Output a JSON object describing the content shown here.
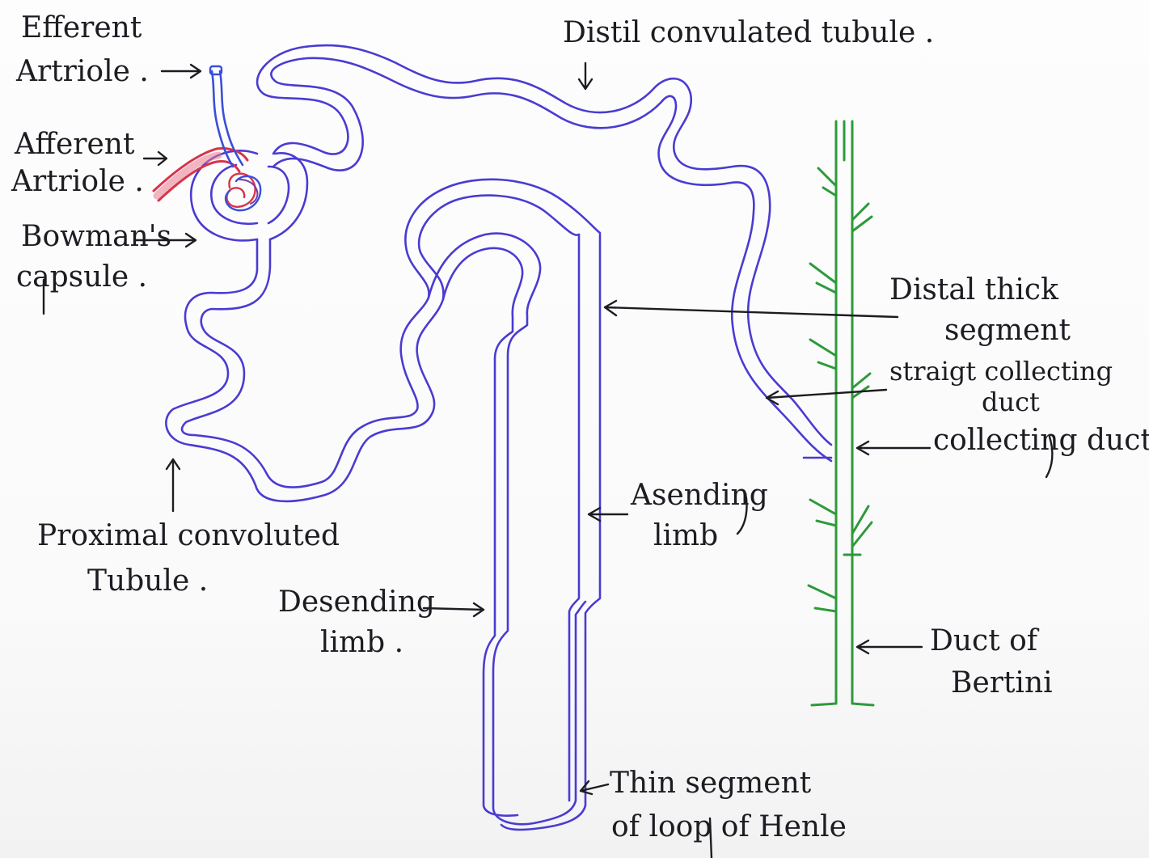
{
  "labels": {
    "efferent_1": "Efferent",
    "efferent_2": "Artriole .",
    "afferent_1": "Afferent",
    "afferent_2": "Artriole .",
    "bowmans_1": "Bowman's",
    "bowmans_2": "capsule .",
    "pct_1": "Proximal convoluted",
    "pct_2": "Tubule .",
    "dct": "Distil convulated tubule .",
    "distal_thick_1": "Distal thick",
    "distal_thick_2": "segment",
    "straight_cd_1": "straigt collecting",
    "straight_cd_2": "duct",
    "collecting_duct": "collecting duct",
    "ascending_1": "Asending",
    "ascending_2": "limb",
    "descending_1": "Desending",
    "descending_2": "limb .",
    "thin_1": "Thin segment",
    "thin_2": "of loop of Henle",
    "bertini_1": "Duct of",
    "bertini_2": "Bertini"
  },
  "colors": {
    "tubule": "#4a3bd2",
    "collecting_duct": "#2d9a3a",
    "afferent_arteriole": "#d8334a",
    "efferent_arteriole": "#3a4fd8",
    "ink": "#1c1c22"
  }
}
